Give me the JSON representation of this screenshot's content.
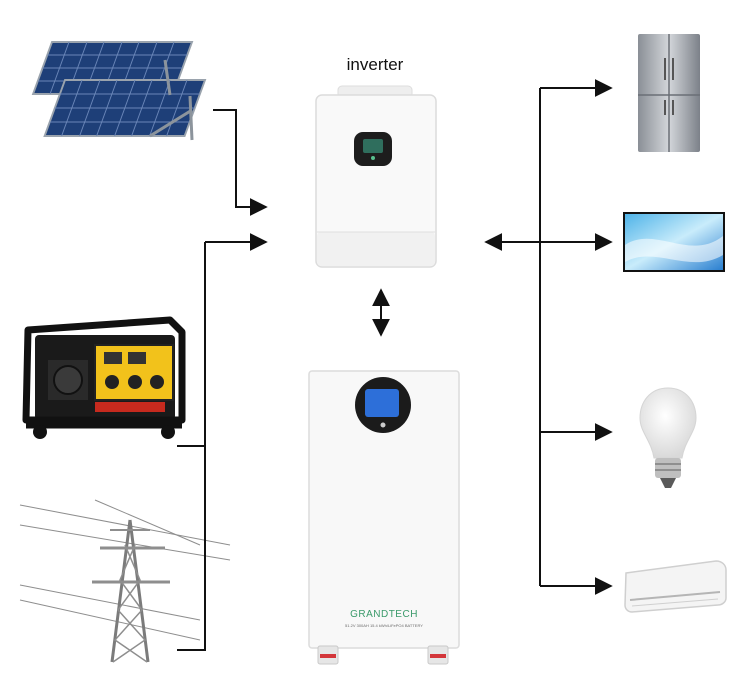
{
  "labels": {
    "inverter": "inverter",
    "battery_brand": "GRANDTECH",
    "battery_model": "51.2V 300AH 15.4 kWh/LiFePO4 BATTERY"
  },
  "nodes": {
    "solar_panels": "solar-panels",
    "generator": "generator",
    "power_grid": "power-grid-tower",
    "inverter": "inverter",
    "battery": "battery",
    "refrigerator": "refrigerator",
    "television": "television",
    "light_bulb": "light-bulb",
    "air_conditioner": "air-conditioner"
  },
  "colors": {
    "line": "#111111",
    "solar_cell": "#1e3f78",
    "generator_yellow": "#f2c21b",
    "appliance_white": "#f4f4f4"
  }
}
